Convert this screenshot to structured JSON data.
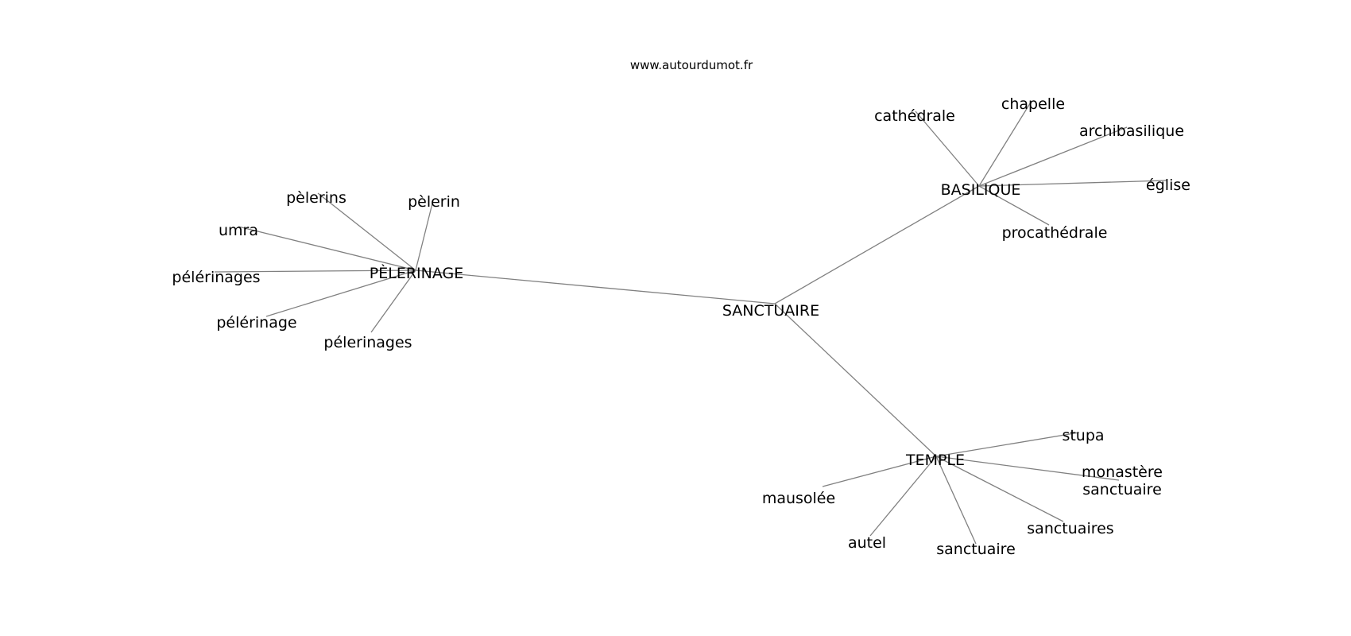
{
  "header": {
    "site": "www.autourdumot.fr"
  },
  "graph": {
    "edge_color": "#808080",
    "text_color": "#000000",
    "center": {
      "id": "sanctuaire-center",
      "label": "SANCTUAIRE"
    },
    "hubs": [
      {
        "id": "pelerinage",
        "label": "PÈLERINAGE"
      },
      {
        "id": "basilique",
        "label": "BASILIQUE"
      },
      {
        "id": "temple",
        "label": "TEMPLE"
      }
    ],
    "leaves": [
      {
        "id": "pelerins",
        "hub": "pelerinage",
        "lines": [
          "pèlerins"
        ]
      },
      {
        "id": "pelerin",
        "hub": "pelerinage",
        "lines": [
          "pèlerin"
        ]
      },
      {
        "id": "umra",
        "hub": "pelerinage",
        "lines": [
          "umra"
        ]
      },
      {
        "id": "pelerinages-1",
        "hub": "pelerinage",
        "lines": [
          "pélérinages"
        ]
      },
      {
        "id": "pelerinage-leaf",
        "hub": "pelerinage",
        "lines": [
          "pélérinage"
        ]
      },
      {
        "id": "pelerinages-2",
        "hub": "pelerinage",
        "lines": [
          "pélerinages"
        ]
      },
      {
        "id": "cathedrale",
        "hub": "basilique",
        "lines": [
          "cathédrale"
        ]
      },
      {
        "id": "chapelle",
        "hub": "basilique",
        "lines": [
          "chapelle"
        ]
      },
      {
        "id": "archibasilique",
        "hub": "basilique",
        "lines": [
          "archibasilique"
        ]
      },
      {
        "id": "eglise",
        "hub": "basilique",
        "lines": [
          "église"
        ]
      },
      {
        "id": "procathedrale",
        "hub": "basilique",
        "lines": [
          "procathédrale"
        ]
      },
      {
        "id": "stupa",
        "hub": "temple",
        "lines": [
          "stupa"
        ]
      },
      {
        "id": "monastere-sanctuaire",
        "hub": "temple",
        "lines": [
          "monastère",
          "sanctuaire"
        ]
      },
      {
        "id": "sanctuaires",
        "hub": "temple",
        "lines": [
          "sanctuaires"
        ]
      },
      {
        "id": "sanctuaire-leaf",
        "hub": "temple",
        "lines": [
          "sanctuaire"
        ]
      },
      {
        "id": "autel",
        "hub": "temple",
        "lines": [
          "autel"
        ]
      },
      {
        "id": "mausolee",
        "hub": "temple",
        "lines": [
          "mausolée"
        ]
      }
    ]
  }
}
